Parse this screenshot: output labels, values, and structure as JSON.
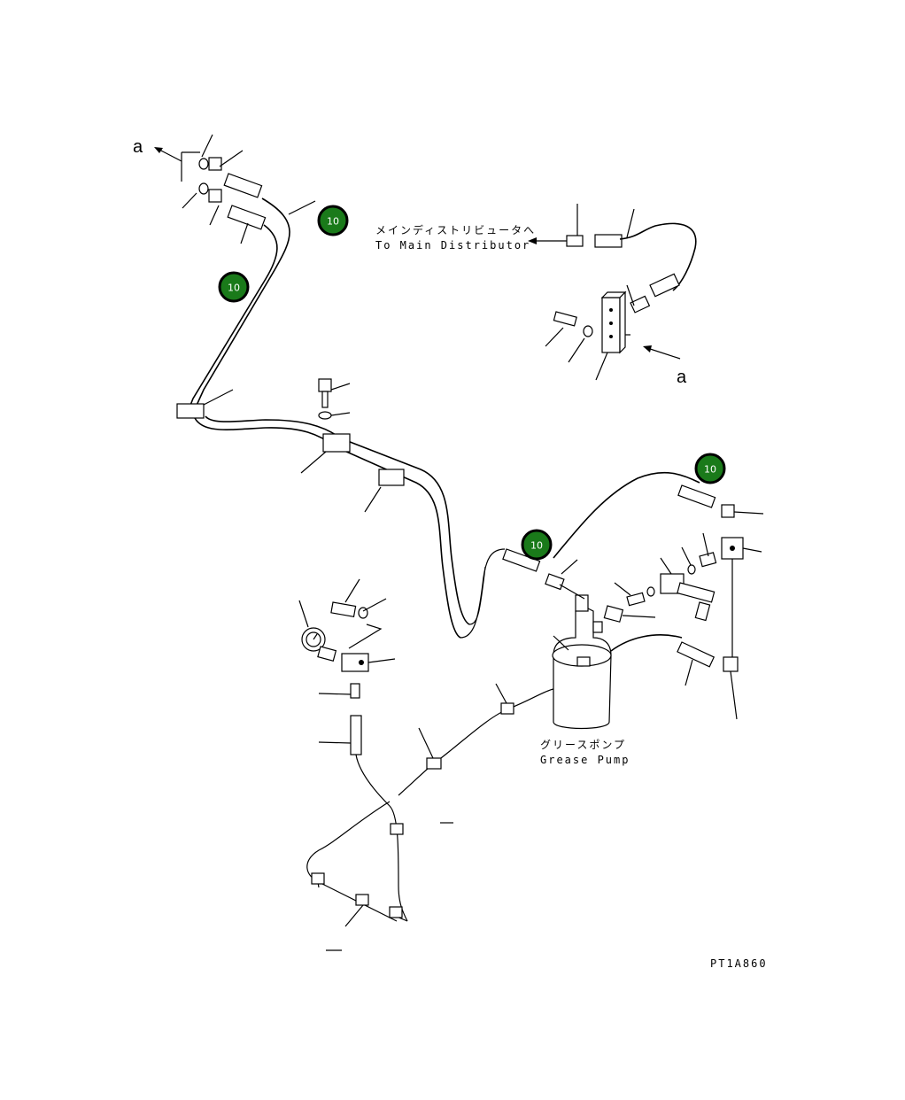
{
  "labels": {
    "ref_a_top": "a",
    "ref_a_right": "a",
    "to_main_distributor_jp": "メインディストリビュータへ",
    "to_main_distributor_en": "To Main Distributor",
    "grease_pump_jp": "グリースポンプ",
    "grease_pump_en": "Grease Pump",
    "drawing_code": "PT1A860"
  },
  "callouts": [
    {
      "id": "badge-1",
      "label": "10"
    },
    {
      "id": "badge-2",
      "label": "10"
    },
    {
      "id": "badge-3",
      "label": "10"
    },
    {
      "id": "badge-4",
      "label": "10"
    }
  ],
  "colors": {
    "badge_fill": "#1a7a1a",
    "line": "#000000",
    "background": "#ffffff"
  }
}
